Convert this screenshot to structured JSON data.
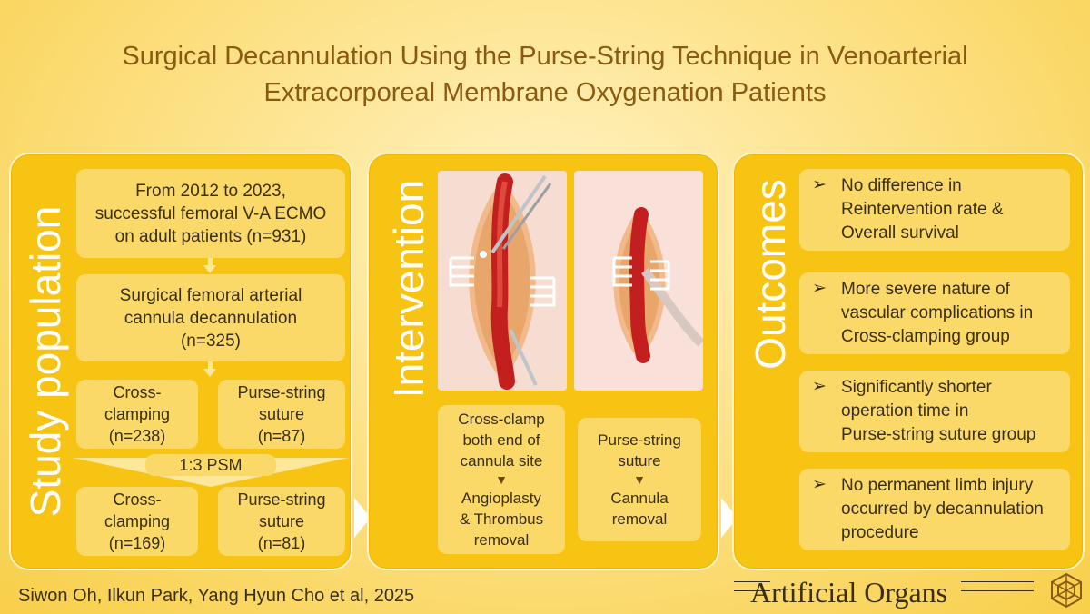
{
  "title": {
    "line1": "Surgical Decannulation Using the Purse-String Technique in Venoarterial",
    "line2": "Extracorporeal Membrane Oxygenation Patients"
  },
  "study": {
    "label": "Study population",
    "box1": [
      "From 2012 to 2023,",
      "successful femoral V-A ECMO",
      "on adult patients (n=931)"
    ],
    "box2": [
      "Surgical femoral arterial",
      "cannula decannulation",
      "(n=325)"
    ],
    "cross1": [
      "Cross-",
      "clamping",
      "(n=238)"
    ],
    "purse1": [
      "Purse-string",
      "suture",
      "(n=87)"
    ],
    "psm": "1:3 PSM",
    "cross2": [
      "Cross-",
      "clamping",
      "(n=169)"
    ],
    "purse2": [
      "Purse-string",
      "suture",
      "(n=81)"
    ]
  },
  "intervention": {
    "label": "Intervention",
    "left": {
      "top": [
        "Cross-clamp",
        "both end of",
        "cannula site"
      ],
      "bottom": [
        "Angioplasty",
        "& Thrombus",
        "removal"
      ]
    },
    "right": {
      "top": [
        "Purse-string",
        "suture"
      ],
      "bottom": [
        "Cannula",
        "removal"
      ]
    },
    "marker": "▼"
  },
  "outcomes": {
    "label": "Outcomes",
    "bullet": "➢",
    "items": [
      [
        "No difference in",
        "Reintervention rate &",
        "Overall survival"
      ],
      [
        "More severe nature of",
        "vascular complications in",
        "Cross-clamping group"
      ],
      [
        "Significantly shorter",
        "operation time in",
        "Purse-string suture group"
      ],
      [
        "No permanent limb injury",
        "occurred by decannulation",
        "procedure"
      ]
    ]
  },
  "footer": {
    "authors": "Siwon Oh, Ilkun Park, Yang Hyun Cho et al, 2025",
    "journal": "Artificial Organs"
  },
  "colors": {
    "panel": "#f8c414",
    "box": "#fbd969",
    "title": "#8a5a12"
  }
}
